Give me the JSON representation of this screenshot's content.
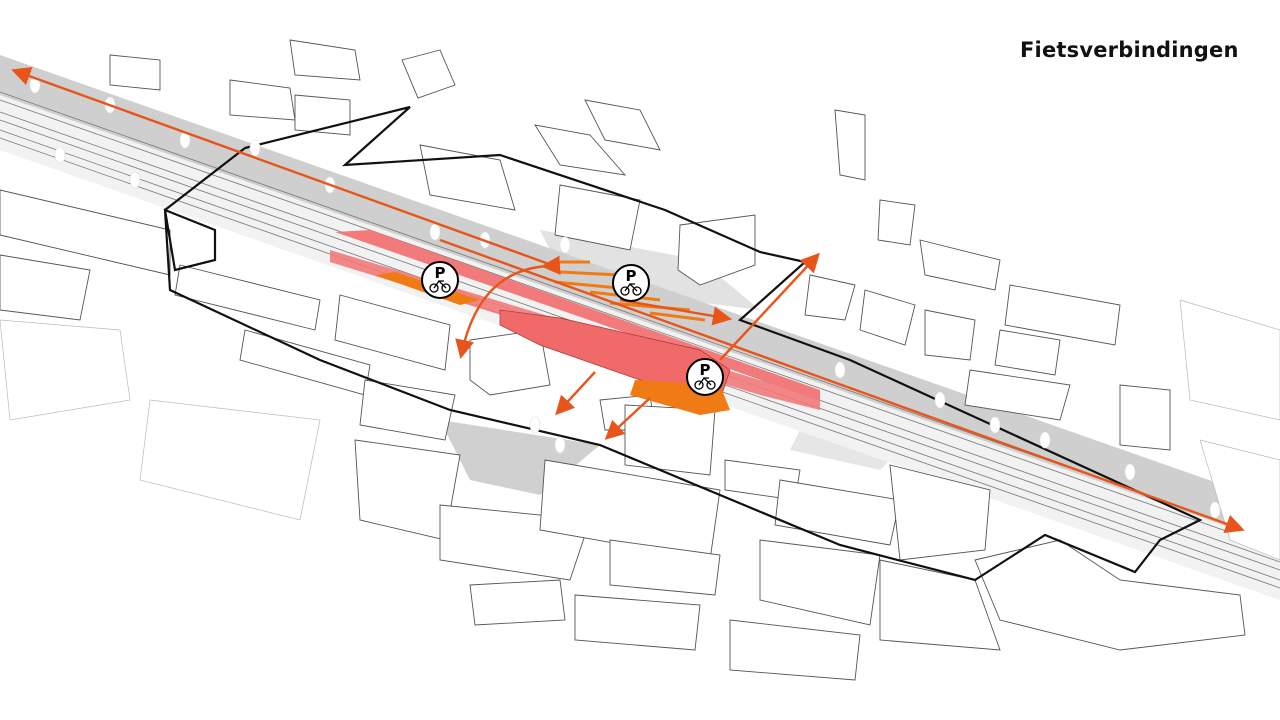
{
  "title": "Fietsverbindingen",
  "parking": [
    {
      "label": "P",
      "icon": "bicycle-icon"
    },
    {
      "label": "P",
      "icon": "bicycle-icon"
    },
    {
      "label": "P",
      "icon": "bicycle-icon"
    }
  ],
  "colors": {
    "route": "#e8541a",
    "platform": "#f27a7a",
    "station": "#f06a6a",
    "bike_parking": "#f07b14",
    "rail_band": "#cfcfcf",
    "boundary": "#111111"
  }
}
